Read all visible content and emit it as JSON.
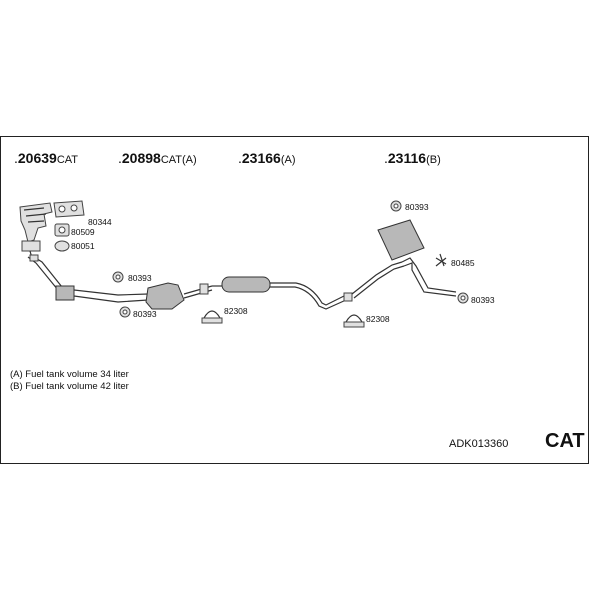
{
  "assemblies": [
    {
      "prefix": ".",
      "number": "20639",
      "suffix": "CAT"
    },
    {
      "prefix": ".",
      "number": "20898",
      "suffix": "CAT(A)"
    },
    {
      "prefix": ".",
      "number": "23166",
      "suffix": "(A)"
    },
    {
      "prefix": ".",
      "number": "23116",
      "suffix": "(B)"
    }
  ],
  "part_labels": {
    "manifold_gasket": "80344",
    "flange_gasket": "80509",
    "small_part": "80051",
    "catalyst_mount_top": "80393",
    "catalyst_mount_bottom": "80393",
    "clamp_front": "82308",
    "rear_mount_top": "80393",
    "rear_hanger": "80485",
    "rear_mount_bottom": "80393",
    "clamp_rear": "82308"
  },
  "notes": [
    "(A) Fuel tank volume 34 liter",
    "(B) Fuel tank volume 42 liter"
  ],
  "kit_code": "ADK013360",
  "kit_type": "CAT",
  "colors": {
    "frame": "#222222",
    "part": "#b8b8b8",
    "line": "#333333"
  }
}
